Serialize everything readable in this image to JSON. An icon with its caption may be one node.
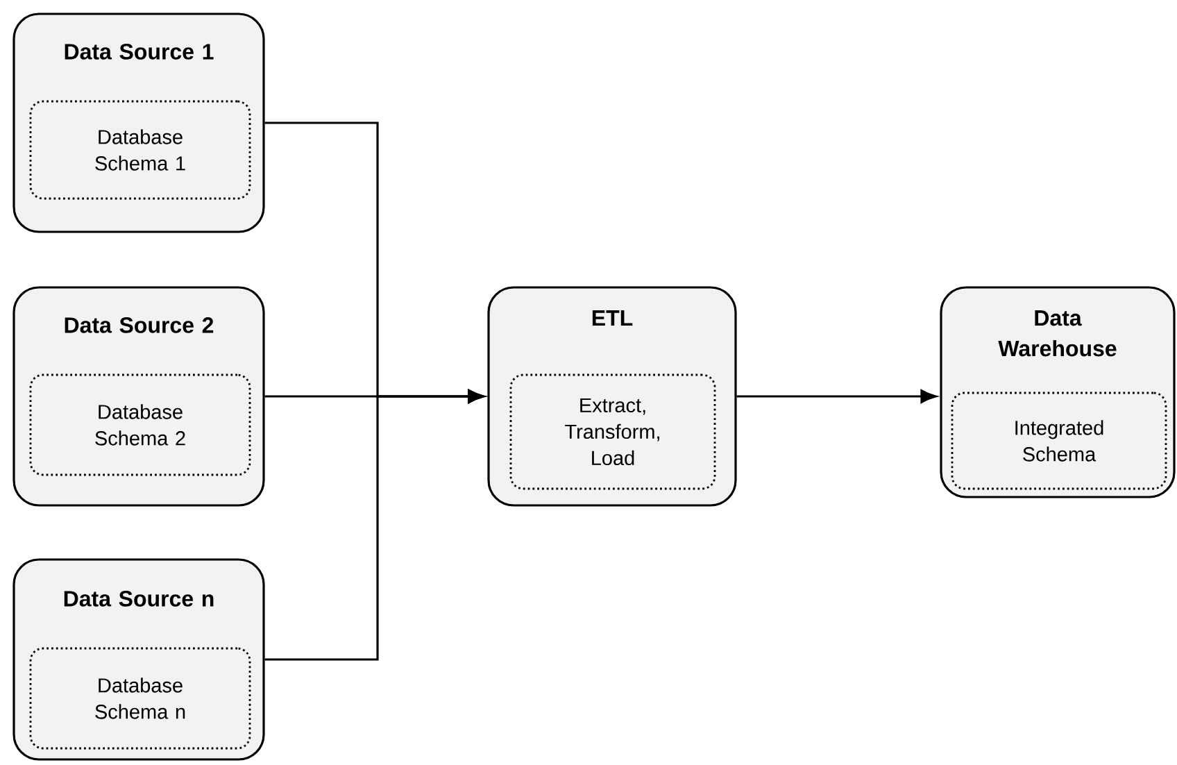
{
  "diagram": {
    "nodes": [
      {
        "text": [
          "Data Source 1"
        ]
      },
      {
        "text": [
          "Database Schema 1"
        ],
        "in": 0
      },
      {
        "text": [
          "Data Source 2"
        ]
      },
      {
        "text": [
          "Database Schema 2"
        ],
        "in": 2
      },
      {
        "text": [
          "Data Source n"
        ]
      },
      {
        "text": [
          "Database Schema n"
        ],
        "in": 4
      },
      {
        "text": [
          "ETL"
        ]
      },
      {
        "text": [
          "Extract, Transform, Load"
        ],
        "in": 6
      },
      {
        "text": [
          "Data Warehouse"
        ]
      },
      {
        "text": [
          "Integrated Schema"
        ],
        "in": 8
      }
    ],
    "edges": [
      {
        "from": 0,
        "to": 6,
        "arrow": "to"
      },
      {
        "from": 2,
        "to": 6,
        "arrow": "to"
      },
      {
        "from": 4,
        "to": 6,
        "arrow": "to"
      },
      {
        "from": 6,
        "to": 8,
        "arrow": "to"
      }
    ]
  }
}
